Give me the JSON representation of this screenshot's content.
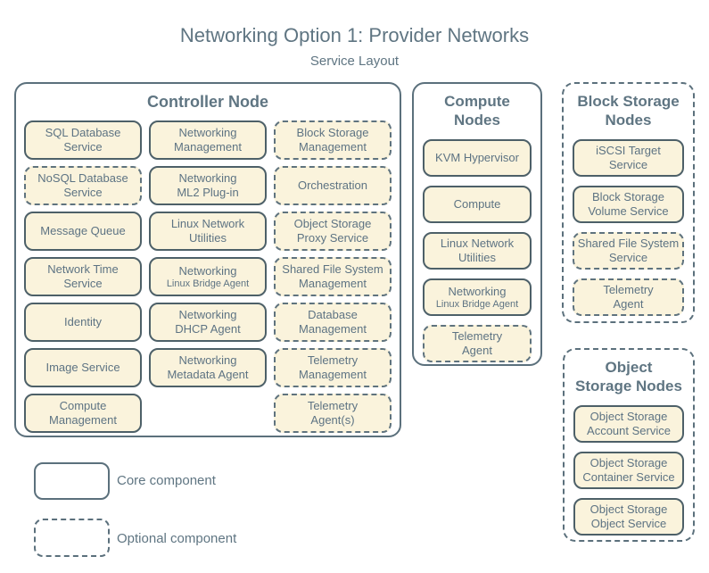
{
  "title": "Networking Option 1: Provider Networks",
  "subtitle": "Service Layout",
  "colors": {
    "background": "#ffffff",
    "heading_text": "#5f7582",
    "service_text": "#5d7383",
    "container_border": "#5b707c",
    "service_fill": "#faf3dc",
    "service_border_core": "#4d6068",
    "service_border_optional": "#5f737e"
  },
  "legend": {
    "core_label": "Core component",
    "optional_label": "Optional component"
  },
  "nodes": [
    {
      "title": "Controller Node",
      "style": "core",
      "services": [
        {
          "label": "SQL Database\nService",
          "style": "core"
        },
        {
          "label": "Networking\nManagement",
          "style": "core"
        },
        {
          "label": "Block Storage\nManagement",
          "style": "optional"
        },
        {
          "label": "NoSQL Database\nService",
          "style": "optional"
        },
        {
          "label": "Networking\nML2 Plug-in",
          "style": "core"
        },
        {
          "label": "Orchestration",
          "style": "optional"
        },
        {
          "label": "Message Queue",
          "style": "core"
        },
        {
          "label": "Linux Network\nUtilities",
          "style": "core"
        },
        {
          "label": "Object Storage\nProxy Service",
          "style": "optional"
        },
        {
          "label": "Network Time\nService",
          "style": "core"
        },
        {
          "label": "Networking",
          "sublabel": "Linux Bridge Agent",
          "style": "core"
        },
        {
          "label": "Shared File System\nManagement",
          "style": "optional"
        },
        {
          "label": "Identity",
          "style": "core"
        },
        {
          "label": "Networking\nDHCP Agent",
          "style": "core"
        },
        {
          "label": "Database\nManagement",
          "style": "optional"
        },
        {
          "label": "Image Service",
          "style": "core"
        },
        {
          "label": "Networking\nMetadata Agent",
          "style": "core"
        },
        {
          "label": "Telemetry\nManagement",
          "style": "optional"
        },
        {
          "label": "Compute\nManagement",
          "style": "core"
        },
        {
          "empty": true
        },
        {
          "label": "Telemetry\nAgent(s)",
          "style": "optional"
        }
      ]
    },
    {
      "title": "Compute\nNodes",
      "style": "core",
      "services": [
        {
          "label": "KVM Hypervisor",
          "style": "core"
        },
        {
          "label": "Compute",
          "style": "core"
        },
        {
          "label": "Linux Network\nUtilities",
          "style": "core"
        },
        {
          "label": "Networking",
          "sublabel": "Linux Bridge Agent",
          "style": "core"
        },
        {
          "label": "Telemetry\nAgent",
          "style": "optional"
        }
      ]
    },
    {
      "title": "Block Storage\nNodes",
      "style": "optional",
      "services": [
        {
          "label": "iSCSI Target\nService",
          "style": "core"
        },
        {
          "label": "Block Storage\nVolume Service",
          "style": "core"
        },
        {
          "label": "Shared File System\nService",
          "style": "optional"
        },
        {
          "label": "Telemetry\nAgent",
          "style": "optional"
        }
      ]
    },
    {
      "title": "Object\nStorage Nodes",
      "style": "optional",
      "services": [
        {
          "label": "Object Storage\nAccount Service",
          "style": "core"
        },
        {
          "label": "Object Storage\nContainer Service",
          "style": "core"
        },
        {
          "label": "Object Storage\nObject Service",
          "style": "core"
        }
      ]
    }
  ]
}
